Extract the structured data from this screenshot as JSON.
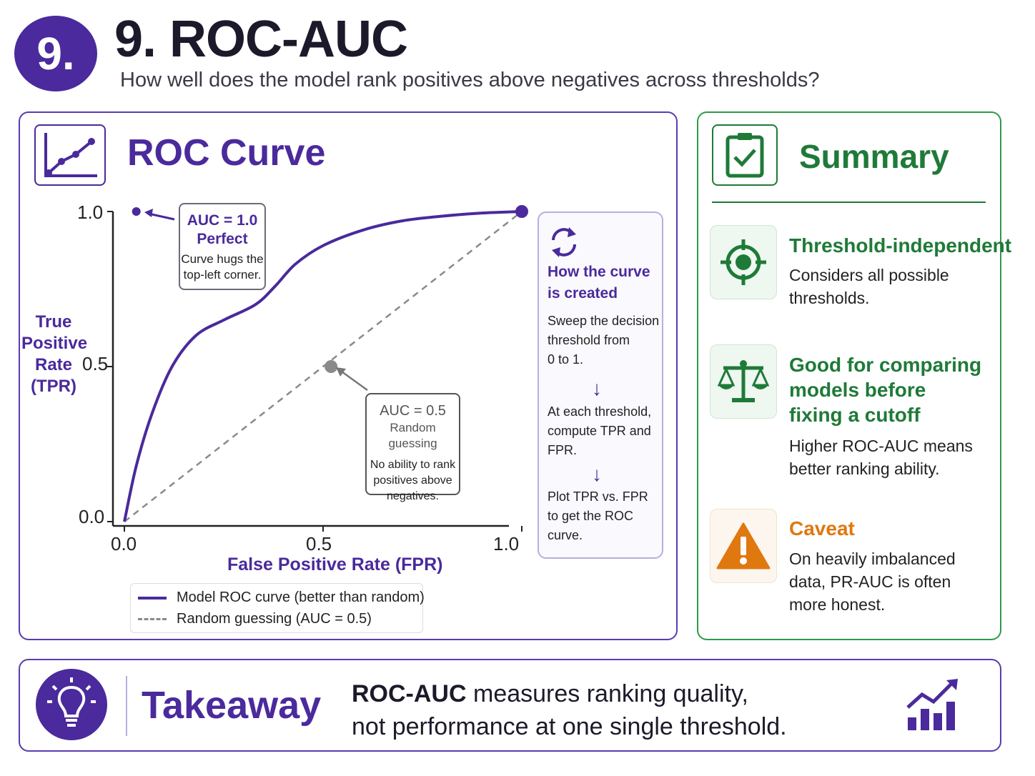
{
  "header": {
    "badge": "9.",
    "title": "9. ROC-AUC",
    "subtitle": "How well does the model rank positives above negatives across thresholds?"
  },
  "roc": {
    "heading": "ROC Curve",
    "y_axis_label": [
      "True",
      "Positive",
      "Rate",
      "(TPR)"
    ],
    "x_axis_label": "False Positive Rate (FPR)",
    "y_ticks": [
      "1.0",
      "0.5",
      "0.0"
    ],
    "x_ticks": [
      "0.0",
      "0.5",
      "1.0"
    ],
    "perfect_callout": {
      "title": "AUC = 1.0",
      "subtitle": "Perfect",
      "desc": [
        "Curve hugs the",
        "top-left corner."
      ]
    },
    "random_callout": {
      "title": "AUC = 0.5",
      "subtitle": "Random guessing",
      "desc": [
        "No ability to rank",
        "positives above",
        "negatives."
      ]
    },
    "legend": {
      "model": "Model ROC curve (better than random)",
      "random": "Random guessing (AUC = 0.5)"
    },
    "how": {
      "title": [
        "How the curve",
        "is created"
      ],
      "step1": [
        "Sweep the decision",
        "threshold from",
        "0 to 1."
      ],
      "step2": [
        "At each threshold,",
        "compute TPR and",
        "FPR."
      ],
      "step3": [
        "Plot TPR vs. FPR",
        "to get the ROC",
        "curve."
      ],
      "arrow": "↓"
    },
    "colors": {
      "model": "#4a2a9c",
      "random": "#8a8a8a"
    }
  },
  "chart_data": {
    "type": "line",
    "xlabel": "False Positive Rate (FPR)",
    "ylabel": "True Positive Rate (TPR)",
    "xlim": [
      0,
      1
    ],
    "ylim": [
      0,
      1
    ],
    "x_ticks": [
      0,
      0.5,
      1
    ],
    "y_ticks": [
      0,
      0.5,
      1
    ],
    "series": [
      {
        "name": "Model ROC curve (better than random)",
        "x": [
          0,
          0.03,
          0.07,
          0.12,
          0.18,
          0.25,
          0.33,
          0.38,
          0.43,
          0.5,
          0.6,
          0.7,
          0.8,
          0.9,
          1.0
        ],
        "y": [
          0,
          0.18,
          0.35,
          0.5,
          0.6,
          0.65,
          0.7,
          0.76,
          0.83,
          0.89,
          0.94,
          0.97,
          0.985,
          0.995,
          1.0
        ]
      },
      {
        "name": "Random guessing (AUC = 0.5)",
        "x": [
          0,
          1
        ],
        "y": [
          0,
          1
        ]
      }
    ],
    "points": [
      {
        "x": 0.03,
        "y": 1.0
      },
      {
        "x": 0.52,
        "y": 0.5
      },
      {
        "x": 1.0,
        "y": 1.0
      }
    ],
    "legend": "bottom-left"
  },
  "summary": {
    "heading": "Summary",
    "items": [
      {
        "title": [
          "Threshold-independent"
        ],
        "desc": [
          "Considers all possible",
          "thresholds."
        ],
        "icon": "target-icon"
      },
      {
        "title": [
          "Good for comparing",
          "models before",
          "fixing a cutoff"
        ],
        "desc": [
          "Higher ROC-AUC means",
          "better ranking ability."
        ],
        "icon": "balance-scale-icon"
      },
      {
        "title": [
          "Caveat"
        ],
        "desc": [
          "On heavily imbalanced",
          "data, PR-AUC is often",
          "more honest."
        ],
        "icon": "warning-icon"
      }
    ],
    "colors": {
      "accent": "#1f7a38",
      "caveat": "#e07810"
    }
  },
  "takeaway": {
    "label": "Takeaway",
    "line1_bold": "ROC-AUC",
    "line1_rest": " measures ranking quality,",
    "line2": "not performance at one single threshold."
  }
}
